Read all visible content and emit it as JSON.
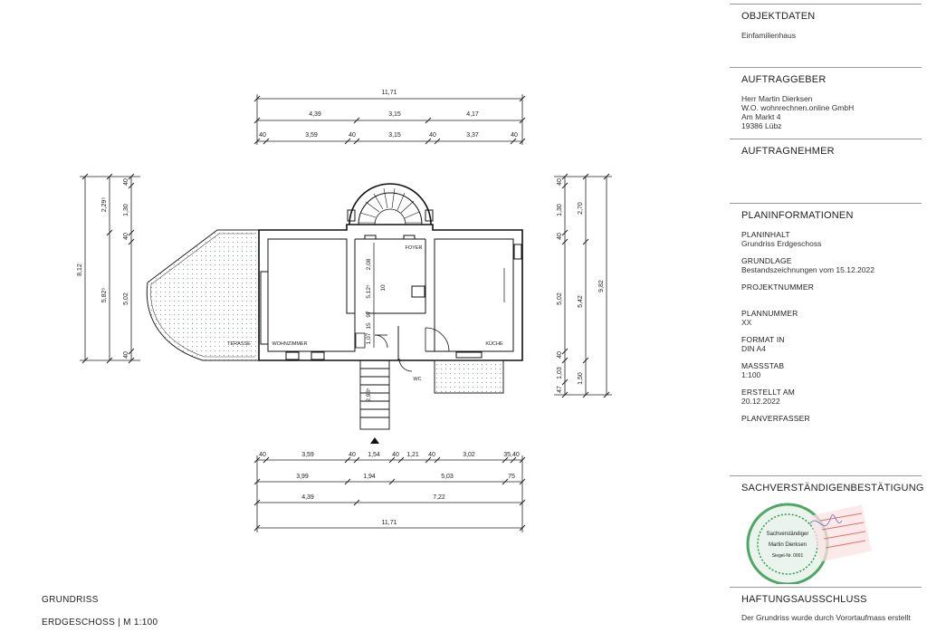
{
  "plan": {
    "dims_top": {
      "total": "11,71",
      "row2": [
        "4,39",
        "3,15",
        "4,17"
      ],
      "row3": [
        "40",
        "3,59",
        "40",
        "3,15",
        "40",
        "3,37",
        "40"
      ]
    },
    "dims_bottom": {
      "row1": [
        "40",
        "3,59",
        "40",
        "1,54",
        "40",
        "1,21",
        "40",
        "3,02",
        "35,40"
      ],
      "row2": [
        "3,99",
        "1,94",
        "5,03",
        "75"
      ],
      "row3": [
        "4,39",
        "7,22"
      ],
      "total": "11,71"
    },
    "dims_left": {
      "total": "8,12",
      "mid": [
        "2,29⁵",
        "5,82⁵"
      ],
      "inner": [
        "40",
        "1,30",
        "40",
        "5,02",
        "40"
      ]
    },
    "dims_right": {
      "total": "9,82",
      "mid": [
        "2,70",
        "5,42",
        "1,50"
      ],
      "inner": [
        "40",
        "1,30",
        "40",
        "5,02",
        "40",
        "1,03",
        "47"
      ]
    },
    "interior_dims": [
      "2,08",
      "5,12⁵",
      "10",
      "97",
      "1,07",
      "15",
      "2,98⁵"
    ],
    "rooms": {
      "terrasse": "TERASSE",
      "wohnzimmer": "WOHNZIMMER",
      "foyer": "FOYER",
      "kueche": "KÜCHE",
      "wc": "WC"
    }
  },
  "captions": {
    "title": "GRUNDRISS",
    "subtitle": "ERDGESCHOSS | M 1:100"
  },
  "panel": {
    "objektdaten": {
      "title": "OBJEKTDATEN",
      "text": "Einfamilienhaus"
    },
    "auftraggeber": {
      "title": "AUFTRAGGEBER",
      "lines": [
        "Herr Martin Dierksen",
        "W.O. wohnrechnen.online GmbH",
        "Am Markt 4",
        "19386 Lübz"
      ]
    },
    "auftragnehmer": {
      "title": "AUFTRAGNEHMER"
    },
    "planinfo": {
      "title": "PLANINFORMATIONEN",
      "planinhalt_label": "PLANINHALT",
      "planinhalt": "Grundriss Erdgeschoss",
      "grundlage_label": "GRUNDLAGE",
      "grundlage": "Bestandszeichnungen vom 15.12.2022",
      "projektnummer_label": "PROJEKTNUMMER",
      "plannummer_label": "PLANNUMMER",
      "plannummer": "XX",
      "format_label": "FORMAT IN",
      "format": "DIN A4",
      "massstab_label": "MASSSTAB",
      "massstab": "1:100",
      "erstellt_label": "ERSTELLT AM",
      "erstellt": "20.12.2022",
      "planverfasser_label": "PLANVERFASSER"
    },
    "sachverstaendigen": {
      "title": "SACHVERSTÄNDIGENBESTÄTIGUNG",
      "stamp_text": [
        "Sachverständiger",
        "Martin Dierksen",
        "Siegel-Nr. 0001"
      ]
    },
    "haftung": {
      "title": "HAFTUNGSAUSSCHLUSS",
      "text": "Der Grundriss wurde durch Vorortaufmass erstellt"
    }
  },
  "colors": {
    "line": "#1a1a1a",
    "stamp_green": "#2e9a4a",
    "stamp_red": "#d9534f",
    "terrace_dots": "#9aa"
  }
}
